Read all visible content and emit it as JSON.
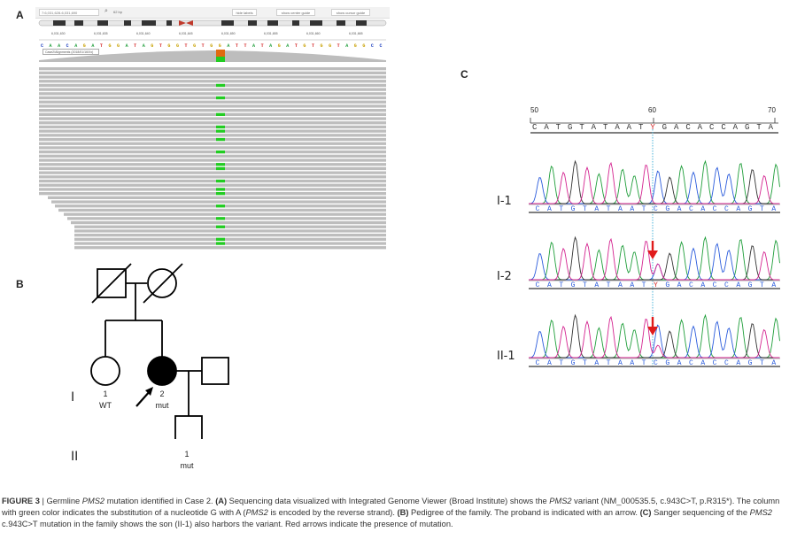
{
  "panels": {
    "a": "A",
    "b": "B",
    "c": "C"
  },
  "igv": {
    "locus": "7:6,031,628-6,031,690",
    "zoom": "62 bp",
    "btn_hide_labels": "hide labels",
    "btn_center_guide": "show center guide",
    "btn_cursor_guide": "show cursor guide",
    "ruler_positions": [
      "6,031,630",
      "6,031,635",
      "6,031,640",
      "6,031,645",
      "6,031,650",
      "6,031,655",
      "6,031,660",
      "6,031,665"
    ],
    "reference_sequence": [
      "C",
      "A",
      "A",
      "C",
      "A",
      "G",
      "A",
      "T",
      "G",
      "G",
      "A",
      "T",
      "A",
      "G",
      "T",
      "G",
      "G",
      "T",
      "G",
      "T",
      "G",
      "G",
      "A",
      "T",
      "T",
      "A",
      "T",
      "A",
      "G",
      "A",
      "T",
      "G",
      "T",
      "G",
      "G",
      "T",
      "A",
      "G",
      "G",
      "C",
      "C"
    ],
    "track_name": "Case2/Alignments (2018/01/16/Xx)",
    "colors": {
      "mismatch": "#22cc22",
      "mismatch_top": "#e06a10",
      "read": "#bdbdbd"
    }
  },
  "pedigree": {
    "gen_I": "I",
    "gen_II": "II",
    "individuals": [
      {
        "num": "1",
        "status": "WT"
      },
      {
        "num": "2",
        "status": "mut"
      },
      {
        "num": "1",
        "status": "mut"
      }
    ]
  },
  "sanger": {
    "ruler": [
      "50",
      "60",
      "70"
    ],
    "reference_bases": [
      "C",
      "A",
      "T",
      "G",
      "T",
      "A",
      "T",
      "A",
      "A",
      "T",
      "Y",
      "G",
      "A",
      "C",
      "A",
      "C",
      "C",
      "A",
      "G",
      "T",
      "A"
    ],
    "rows": [
      {
        "label": "I-1",
        "bases": [
          "C",
          "A",
          "T",
          "G",
          "T",
          "A",
          "T",
          "A",
          "A",
          "T",
          "C",
          "G",
          "A",
          "C",
          "A",
          "C",
          "C",
          "A",
          "G",
          "T",
          "A"
        ]
      },
      {
        "label": "I-2",
        "bases": [
          "C",
          "A",
          "T",
          "G",
          "T",
          "A",
          "T",
          "A",
          "A",
          "T",
          "Y",
          "G",
          "A",
          "C",
          "A",
          "C",
          "C",
          "A",
          "G",
          "T",
          "A"
        ]
      },
      {
        "label": "II-1",
        "bases": [
          "C",
          "A",
          "T",
          "G",
          "T",
          "A",
          "T",
          "A",
          "A",
          "T",
          "C",
          "G",
          "A",
          "C",
          "A",
          "C",
          "C",
          "A",
          "G",
          "T",
          "A"
        ]
      }
    ]
  },
  "caption": {
    "fig": "FIGURE 3",
    "p1": " | Germline ",
    "gene1": "PMS2",
    "p2": " mutation identified in Case 2. ",
    "a_lbl": "(A)",
    "p3": " Sequencing data visualized with Integrated Genome Viewer (Broad Institute) shows the ",
    "gene2": "PMS2",
    "p4": " variant (NM_000535.5, c.943C>T, p.R315*). The column with green color indicates the substitution of a nucleotide G with A (",
    "gene3": "PMS2",
    "p5": " is encoded by the reverse strand). ",
    "b_lbl": "(B)",
    "p6": " Pedigree of the family. The proband is indicated with an arrow. ",
    "c_lbl": "(C)",
    "p7": " Sanger sequencing of the ",
    "gene4": "PMS2",
    "p8": " c.943C>T mutation in the family shows the son (II-1) also harbors the variant. Red arrows indicate the presence of mutation."
  }
}
